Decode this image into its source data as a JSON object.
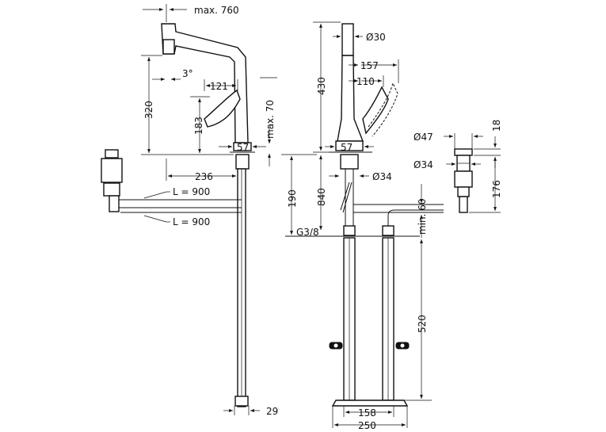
{
  "dimensions": {
    "reach": "max. 760",
    "spout_height": "320",
    "spray_angle": "3°",
    "lever_reach": "121",
    "lever_height": "183",
    "handle_clearance": "max. 70",
    "base_width_side": "57",
    "tube_offset": "236",
    "hose_length_1": "L = 900",
    "hose_length_2": "L = 900",
    "shank_width": "29",
    "diameter_top": "Ø30",
    "total_height": "430",
    "lever_span": "157",
    "lever_depth": "110",
    "base_width_front": "57",
    "base_diameter": "Ø34",
    "under_counter": "840",
    "connection_height": "190",
    "thread": "G3/8",
    "min_clearance": "min. 60",
    "support_height": "520",
    "support_width_inner": "158",
    "support_width_outer": "250",
    "valve_diameter_top": "Ø47",
    "valve_diameter_body": "Ø34",
    "valve_top": "18",
    "valve_height": "176"
  },
  "colors": {
    "line": "#111111",
    "background": "#ffffff"
  }
}
